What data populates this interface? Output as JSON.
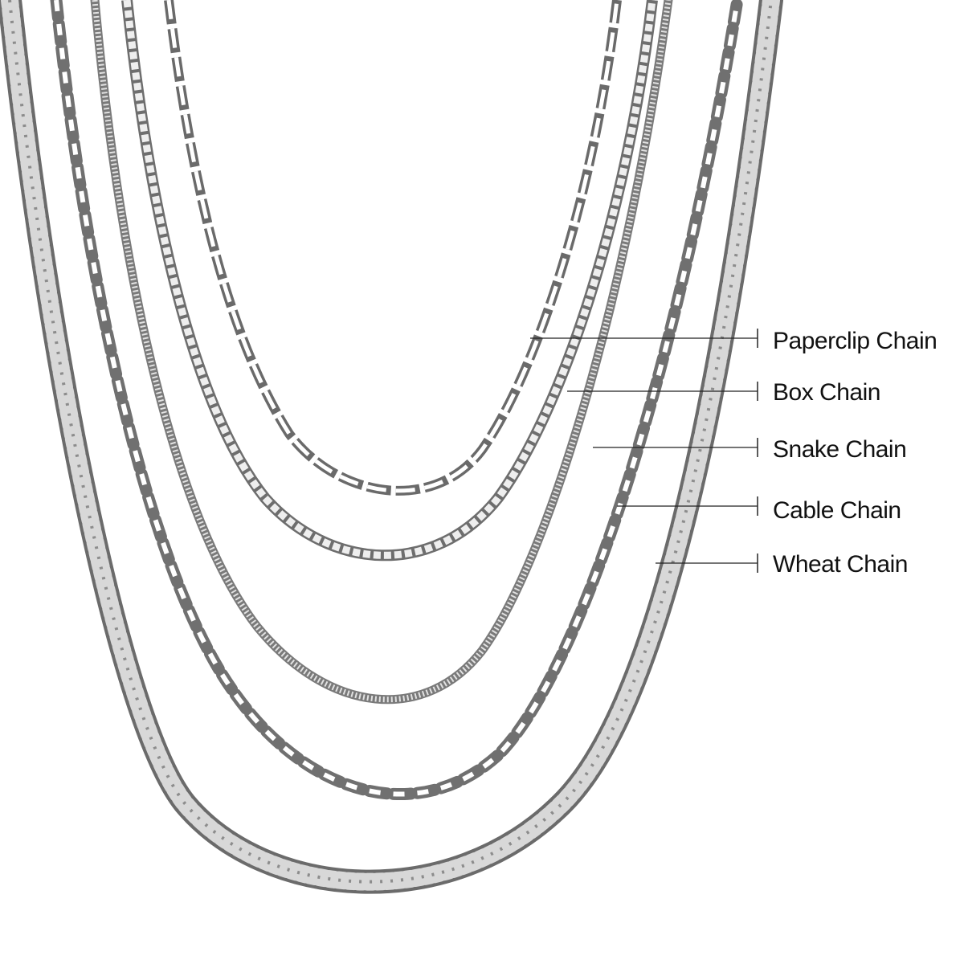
{
  "labels": {
    "paperclip": "Paperclip Chain",
    "box": "Box Chain",
    "snake": "Snake Chain",
    "cable": "Cable Chain",
    "wheat": "Wheat Chain"
  },
  "colors": {
    "background": "#ffffff",
    "metal_dark": "#4a4a4a",
    "metal_mid": "#9a9a9a",
    "metal_light": "#e8e8e8",
    "label_text": "#111111"
  }
}
